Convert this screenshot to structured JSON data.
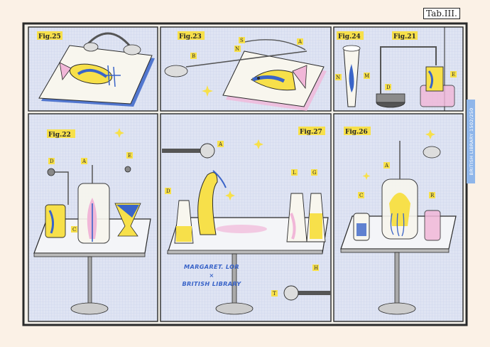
{
  "header": {
    "plate_title": "Tab.III."
  },
  "side_label": "BRITISH LIBRARY 1502/250",
  "credit": {
    "line1": "MARGARET. LOR",
    "line2": "×",
    "line3": "BRITISH LIBRARY"
  },
  "figures": [
    {
      "label": "Fig.25"
    },
    {
      "label": "Fig.23"
    },
    {
      "label": "Fig.24"
    },
    {
      "label": "Fig.21"
    },
    {
      "label": "Fig.22"
    },
    {
      "label": "Fig.27"
    },
    {
      "label": "Fig.26"
    }
  ],
  "letters": {
    "b": "B",
    "n": "N",
    "s": "S",
    "a": "A",
    "m": "M",
    "d": "D",
    "e": "E",
    "c": "C",
    "l": "L",
    "g": "G",
    "h": "H",
    "t": "T",
    "r": "R"
  },
  "colors": {
    "paper": "#fbf1e6",
    "panel": "#dfe4f3",
    "yellow": "#f7e04a",
    "blue": "#3a64c8",
    "pink": "#f1b7d8",
    "ink": "#2a2a2a"
  }
}
